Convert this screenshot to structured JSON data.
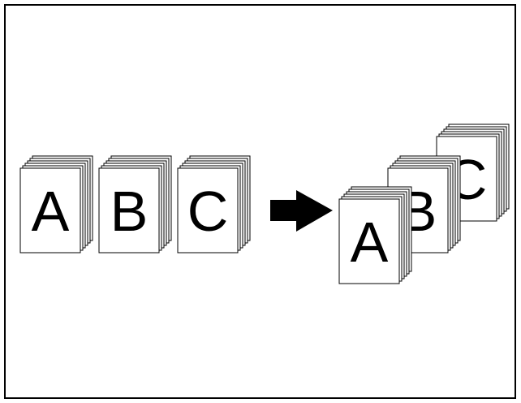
{
  "diagram": {
    "before": {
      "stacks": [
        {
          "label": "A"
        },
        {
          "label": "B"
        },
        {
          "label": "C"
        }
      ]
    },
    "arrow": {
      "direction": "right"
    },
    "after": {
      "stacks": [
        {
          "label": "C"
        },
        {
          "label": "B"
        },
        {
          "label": "A"
        }
      ]
    }
  },
  "colors": {
    "stroke": "#000000",
    "fill": "#ffffff",
    "arrow": "#000000"
  }
}
